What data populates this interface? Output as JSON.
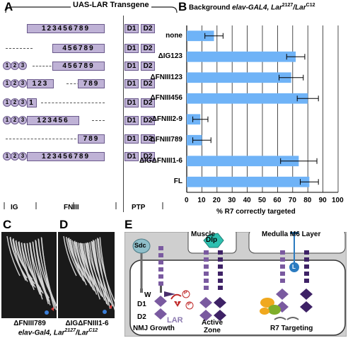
{
  "panels": {
    "A": "A",
    "B": "B",
    "C": "C",
    "D": "D",
    "E": "E"
  },
  "panelA": {
    "title": "UAS-LAR Transgene",
    "ig": "IG",
    "fniii": "FNIII",
    "ptp": "PTP",
    "d1": "D1",
    "d2": "D2",
    "circles": [
      "1",
      "2",
      "3"
    ],
    "fn_numbers": [
      "1",
      "2",
      "3",
      "4",
      "5",
      "6",
      "7",
      "8",
      "9"
    ]
  },
  "chart_data": {
    "type": "bar",
    "orientation": "horizontal",
    "title": "Background elav-GAL4, Lar2127/LarC12",
    "title_parts": {
      "prefix": "Background ",
      "genotype": "elav-GAL4, Lar",
      "sup1": "2127",
      "mid": "/Lar",
      "sup2": "C12"
    },
    "categories": [
      "none",
      "ΔIG123",
      "ΔFNIII123",
      "ΔFNIII456",
      "ΔFNIII2-9",
      "ΔFNIII789",
      "ΔIGΔFNIII1-6",
      "FL"
    ],
    "values": [
      18,
      72,
      69,
      80,
      9,
      10,
      74,
      81
    ],
    "errors": [
      6,
      6,
      8,
      7,
      5,
      6,
      12,
      6
    ],
    "xlabel": "% R7 correctly targeted",
    "xlim": [
      0,
      100
    ],
    "xticks": [
      "0",
      "10",
      "20",
      "30",
      "40",
      "50",
      "60",
      "70",
      "80",
      "90",
      "100"
    ],
    "bar_color": "#6fb3f7",
    "grid": true
  },
  "panelC": {
    "caption1": "ΔFNIII789",
    "caption2": "elav-Gal4, Lar",
    "sup1": "2127",
    "mid": "/Lar",
    "sup2": "C12"
  },
  "panelD": {
    "caption1": "ΔIGΔFNIII1-6"
  },
  "panelE": {
    "muscle": "Muscle",
    "medulla": "Medulla M6 Layer",
    "sdc": "Sdc",
    "dlp": "Dlp",
    "w": "W",
    "p": "P",
    "y": "Y",
    "d1": "D1",
    "d2": "D2",
    "lar": "LAR",
    "l": "L",
    "nmj": "NMJ Growth",
    "active_zone_1": "Active",
    "active_zone_2": "Zone",
    "r7": "R7 Targeting"
  }
}
